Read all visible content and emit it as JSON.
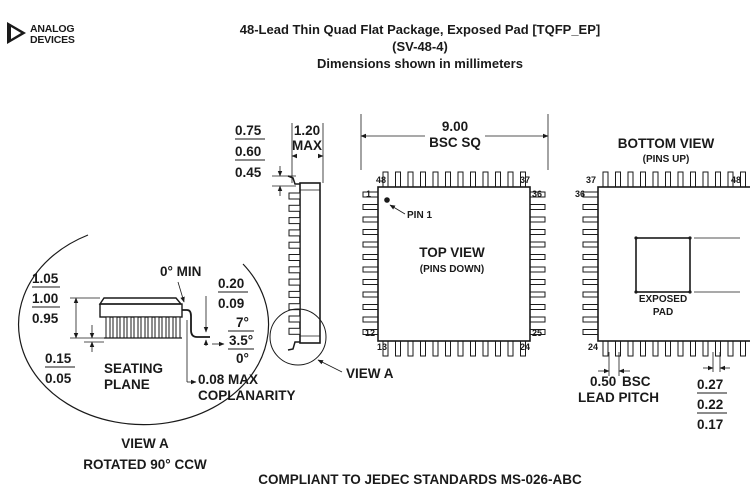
{
  "logo": {
    "line1": "ANALOG",
    "line2": "DEVICES"
  },
  "header": {
    "title": "48-Lead Thin Quad Flat Package, Exposed Pad [TQFP_EP]",
    "code": "(SV-48-4)",
    "units": "Dimensions shown in millimeters"
  },
  "side_view": {
    "dim_075": "0.75",
    "dim_060": "0.60",
    "dim_045": "0.45",
    "dim_max_value": "1.20",
    "dim_max_label": "MAX",
    "view_a_label": "VIEW A"
  },
  "top_view": {
    "width_value": "9.00",
    "width_label": "BSC SQ",
    "title": "TOP VIEW",
    "subtitle": "(PINS DOWN)",
    "pin1_label": "PIN 1",
    "pins": {
      "p1": "1",
      "p12": "12",
      "p13": "13",
      "p24": "24",
      "p25": "25",
      "p36": "36",
      "p37": "37",
      "p48": "48"
    }
  },
  "bottom_view": {
    "title": "BOTTOM VIEW",
    "subtitle": "(PINS UP)",
    "pad_line1": "EXPOSED",
    "pad_line2": "PAD",
    "pins": {
      "p36": "36",
      "p37": "37",
      "p48": "48",
      "p24": "24"
    },
    "pitch_value": "0.50",
    "pitch_label": "BSC",
    "pitch_caption": "LEAD PITCH",
    "dim_027": "0.27",
    "dim_022": "0.22",
    "dim_017": "0.17"
  },
  "view_a": {
    "dim_105": "1.05",
    "dim_100": "1.00",
    "dim_095": "0.95",
    "dim_015": "0.15",
    "dim_005": "0.05",
    "seating_line1": "SEATING",
    "seating_line2": "PLANE",
    "angle_min": "0° MIN",
    "dim_020": "0.20",
    "dim_009": "0.09",
    "angle_7": "7°",
    "angle_35": "3.5°",
    "angle_0": "0°",
    "coplanarity_line1": "0.08 MAX",
    "coplanarity_line2": "COPLANARITY",
    "title": "VIEW A",
    "subtitle": "ROTATED 90° CCW"
  },
  "footer": {
    "compliance": "COMPLIANT TO JEDEC STANDARDS MS-026-ABC"
  }
}
